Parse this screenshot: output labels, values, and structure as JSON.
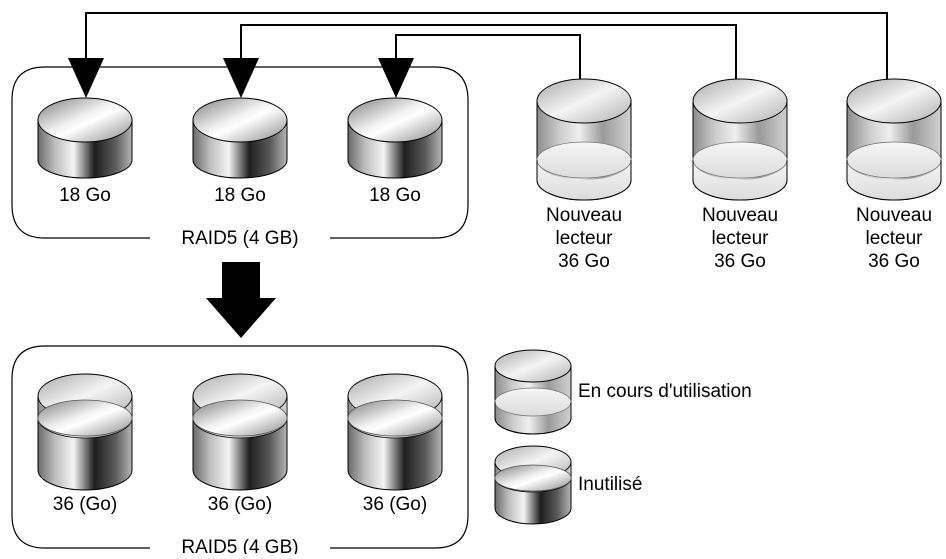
{
  "before": {
    "group_label": "RAID5 (4 GB)",
    "drives": [
      {
        "label": "18 Go"
      },
      {
        "label": "18 Go"
      },
      {
        "label": "18 Go"
      }
    ]
  },
  "new_drives": [
    {
      "label_lines": [
        "Nouveau",
        "lecteur",
        "36 Go"
      ]
    },
    {
      "label_lines": [
        "Nouveau",
        "lecteur",
        "36 Go"
      ]
    },
    {
      "label_lines": [
        "Nouveau",
        "lecteur",
        "36 Go"
      ]
    }
  ],
  "after": {
    "group_label": "RAID5 (4 GB)",
    "drives": [
      {
        "label": "36 (Go)"
      },
      {
        "label": "36 (Go)"
      },
      {
        "label": "36 (Go)"
      }
    ]
  },
  "legend": {
    "used_label": "En cours d'utilisation",
    "unused_label": "Inutilisé"
  }
}
